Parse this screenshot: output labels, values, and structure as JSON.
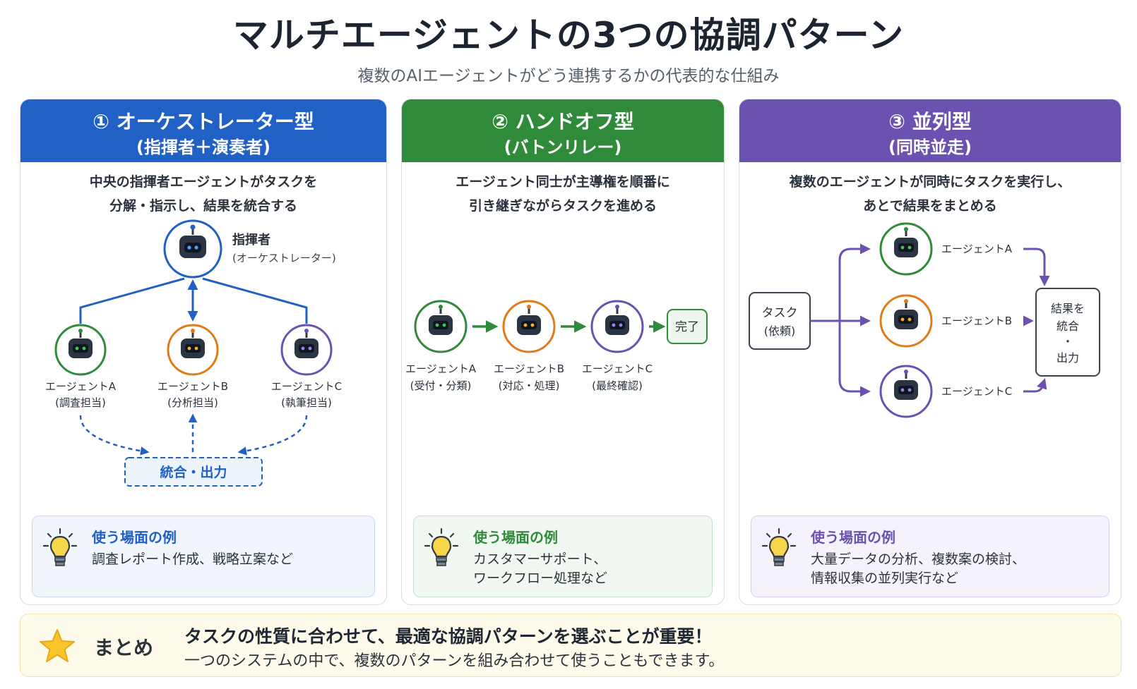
{
  "title": "マルチエージェントの3つの協調パターン",
  "subtitle": "複数のAIエージェントがどう連携するかの代表的な仕組み",
  "colors": {
    "blue": "#2160c4",
    "green": "#2f8a3a",
    "purple": "#6b52b0",
    "orange": "#e07b1a",
    "summary_bg": "#fffbea"
  },
  "panels": [
    {
      "heading": "① オーケストレーター型",
      "subheading": "(指揮者＋演奏者)",
      "desc_line1": "中央の指揮者エージェントがタスクを",
      "desc_line2": "分解・指示し、結果を統合する",
      "conductor": {
        "name": "指揮者",
        "role": "(オーケストレーター)"
      },
      "agents": [
        {
          "name": "エージェントA",
          "role": "(調査担当)"
        },
        {
          "name": "エージェントB",
          "role": "(分析担当)"
        },
        {
          "name": "エージェントC",
          "role": "(執筆担当)"
        }
      ],
      "output_box": "統合・出力",
      "example_title": "使う場面の例",
      "example_text": "調査レポート作成、戦略立案など"
    },
    {
      "heading": "② ハンドオフ型",
      "subheading": "(バトンリレー)",
      "desc_line1": "エージェント同士が主導権を順番に",
      "desc_line2": "引き継ぎながらタスクを進める",
      "agents": [
        {
          "name": "エージェントA",
          "role": "(受付・分類)"
        },
        {
          "name": "エージェントB",
          "role": "(対応・処理)"
        },
        {
          "name": "エージェントC",
          "role": "(最終確認)"
        }
      ],
      "done_box": "完了",
      "example_title": "使う場面の例",
      "example_text": "カスタマーサポート、\nワークフロー処理など"
    },
    {
      "heading": "③ 並列型",
      "subheading": "(同時並走)",
      "desc_line1": "複数のエージェントが同時にタスクを実行し、",
      "desc_line2": "あとで結果をまとめる",
      "task_box": {
        "line1": "タスク",
        "line2": "(依頼)"
      },
      "agents": [
        {
          "name": "エージェントA"
        },
        {
          "name": "エージェントB"
        },
        {
          "name": "エージェントC"
        }
      ],
      "result_box": {
        "line1": "結果を",
        "line2": "統合",
        "line3": "・",
        "line4": "出力"
      },
      "example_title": "使う場面の例",
      "example_text": "大量データの分析、複数案の検討、\n情報収集の並列実行など"
    }
  ],
  "summary": {
    "label": "まとめ",
    "main": "タスクの性質に合わせて、最適な協調パターンを選ぶことが重要！",
    "sub": "一つのシステムの中で、複数のパターンを組み合わせて使うこともできます。"
  }
}
